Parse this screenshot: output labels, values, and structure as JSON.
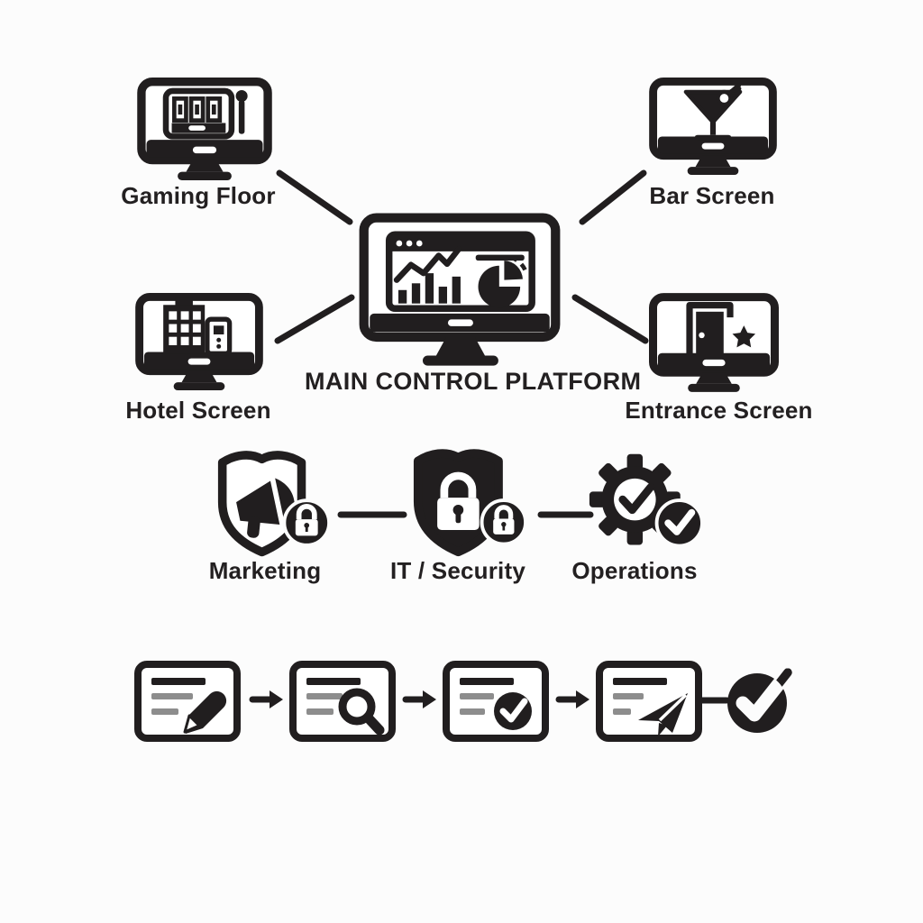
{
  "palette": {
    "background": "#fcfcfc",
    "ink": "#211e1f",
    "gray": "#8d8d8d",
    "white": "#ffffff"
  },
  "hub": {
    "label": "MAIN CONTROL PLATFORM",
    "icon": "analytics-dashboard-monitor-icon"
  },
  "screens": [
    {
      "id": "gaming-floor",
      "label": "Gaming Floor",
      "icon": "slot-machine-monitor-icon"
    },
    {
      "id": "bar-screen",
      "label": "Bar Screen",
      "icon": "cocktail-monitor-icon"
    },
    {
      "id": "hotel-screen",
      "label": "Hotel Screen",
      "icon": "hotel-building-monitor-icon"
    },
    {
      "id": "entrance-screen",
      "label": "Entrance Screen",
      "icon": "entrance-door-star-monitor-icon"
    }
  ],
  "departments": [
    {
      "id": "marketing",
      "label": "Marketing",
      "icon": "shield-megaphone-icon",
      "badge": "padlock-badge-icon"
    },
    {
      "id": "it-security",
      "label": "IT / Security",
      "icon": "shield-padlock-icon",
      "badge": "padlock-badge-icon"
    },
    {
      "id": "operations",
      "label": "Operations",
      "icon": "gear-check-icon",
      "badge": "check-badge-icon"
    }
  ],
  "workflow": {
    "steps": [
      {
        "id": "draft",
        "icon": "document-edit-icon"
      },
      {
        "id": "review",
        "icon": "document-search-icon"
      },
      {
        "id": "approve",
        "icon": "document-check-icon"
      },
      {
        "id": "publish",
        "icon": "document-send-icon"
      }
    ],
    "completion_icon": "check-circle-icon"
  }
}
